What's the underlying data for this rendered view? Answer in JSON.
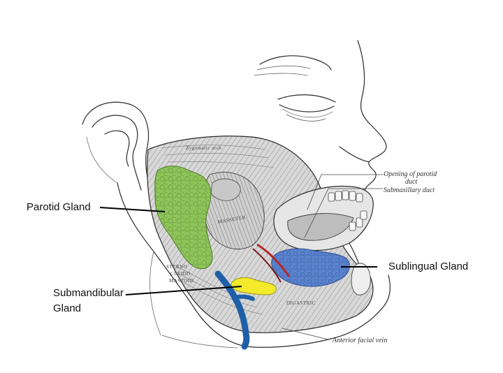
{
  "labels": {
    "parotid": "Parotid Gland",
    "sublingual": "Sublingual Gland",
    "submandibular_line1": "Submandibular",
    "submandibular_line2": "Gland"
  },
  "small_annotations": {
    "opening_parotid_line1": "Opening of parotid",
    "opening_parotid_line2": "duct",
    "submaxillary_duct": "Submaxillary duct",
    "anterior_facial_vein": "Anterior facial vein",
    "zygomatic_arch": "Zygomatic arch",
    "masseter": "MASSETER",
    "sterno": "STERNO",
    "cleido": "CLEIDO",
    "mastoid": "MASTOID",
    "digastric": "DIGASTRIC"
  },
  "colors": {
    "parotid": "#8fc45a",
    "sublingual": "#5b84cf",
    "submandibular": "#f2ea2a",
    "vein": "#1f5fa8",
    "muscle": "#c9c9c9"
  }
}
